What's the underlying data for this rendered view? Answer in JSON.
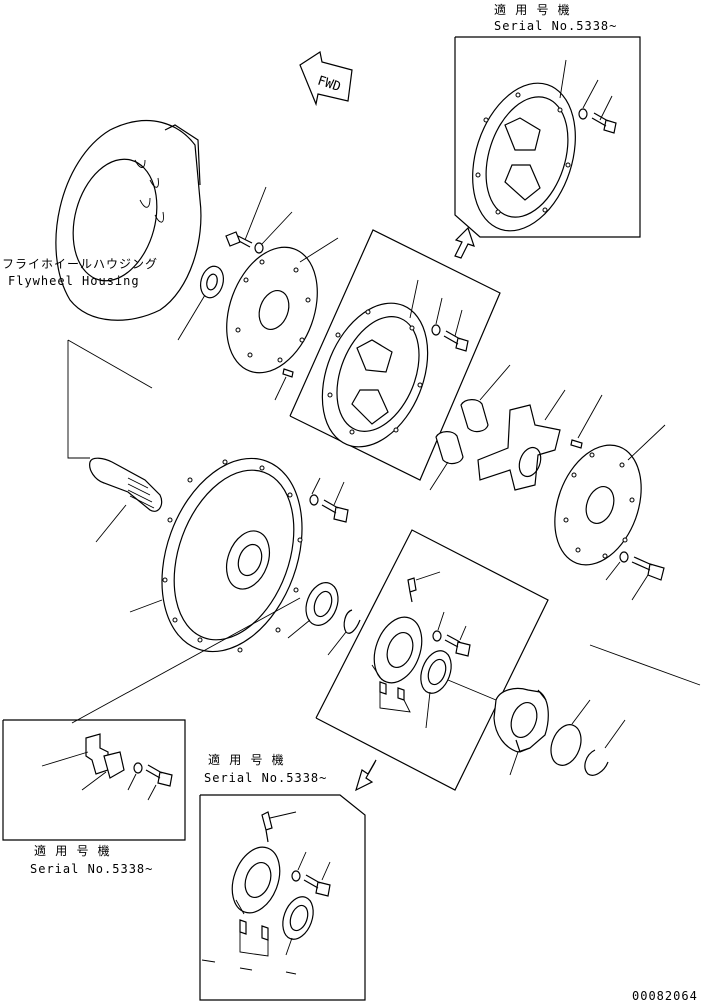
{
  "labels": {
    "top_serial_jp": "適 用 号 機",
    "top_serial_en": "Serial No.5338~",
    "fwd": "FWD",
    "housing_jp": "フライホイールハウジング",
    "housing_en": "Flywheel Housing",
    "left_serial_jp": "適 用 号 機",
    "left_serial_en": "Serial No.5338~",
    "bottom_serial_jp": "適 用 号 機",
    "bottom_serial_en": "Serial No.5338~",
    "drawing_number": "00082064"
  }
}
